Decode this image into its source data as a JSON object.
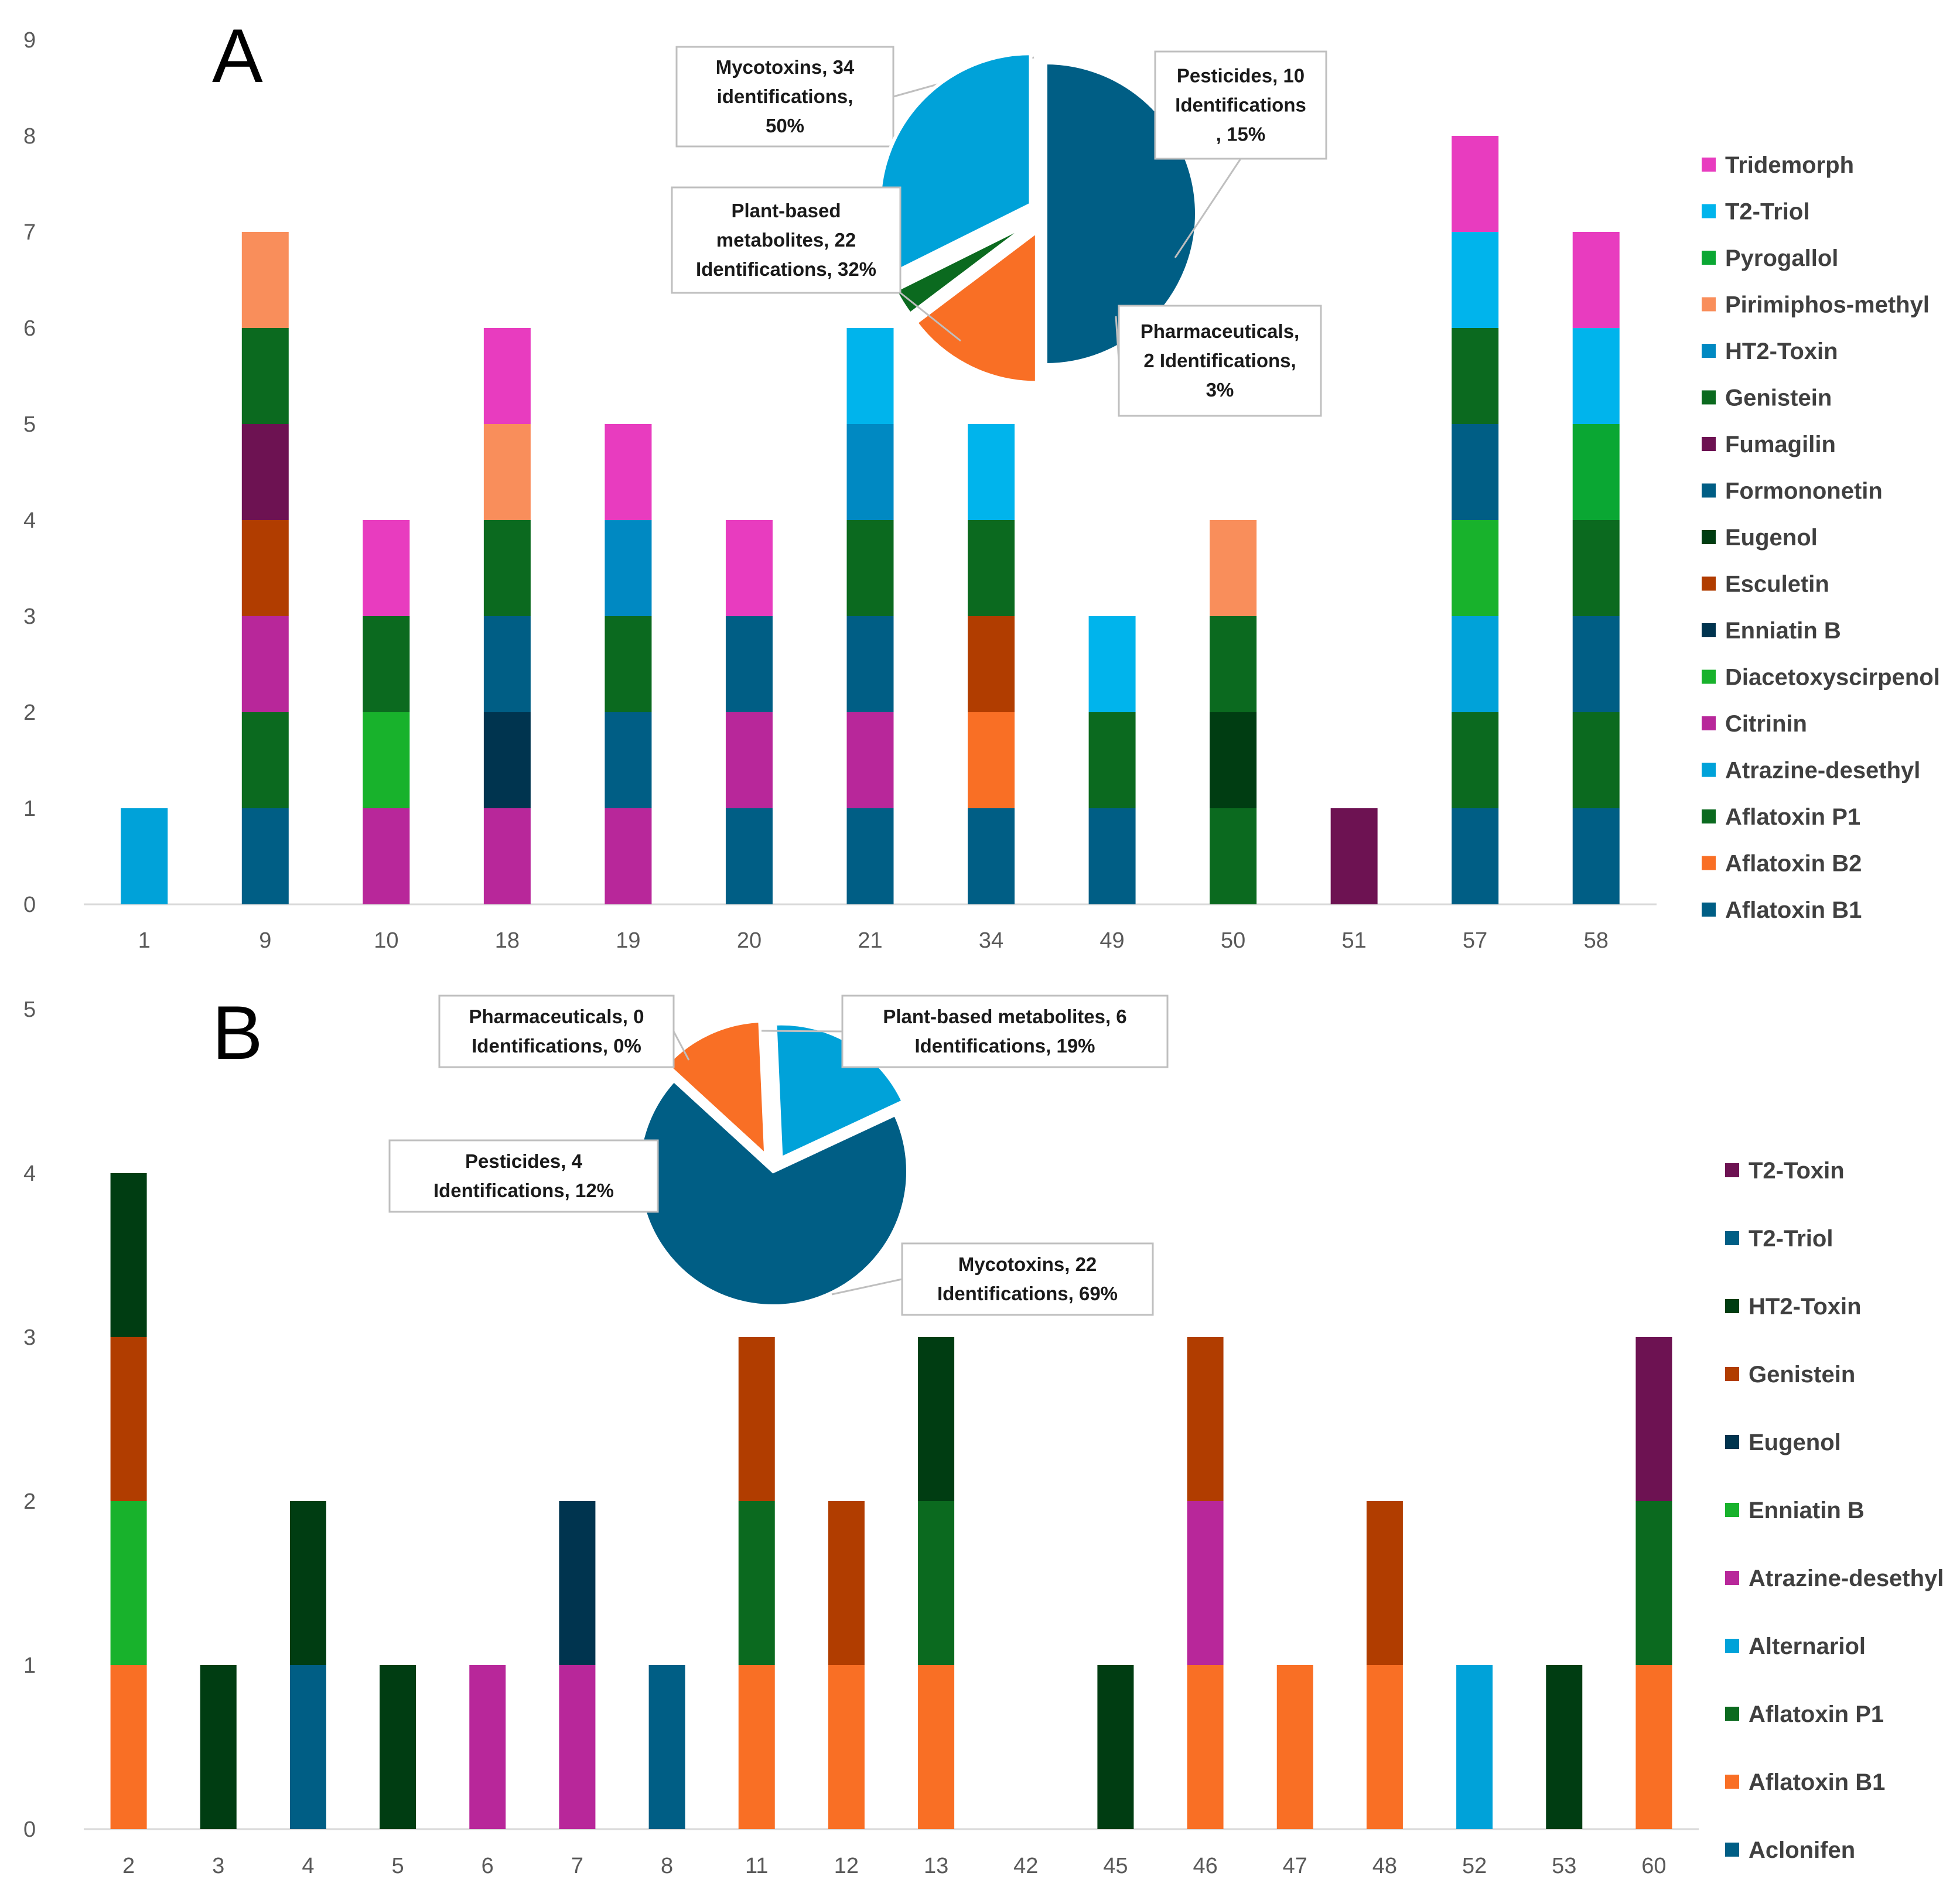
{
  "colors": {
    "Tridemorph": "#e83cbf",
    "T2-Triol": "#00b4ec",
    "T2-Triol-B": "#005e85",
    "Pyrogallol": "#0aa733",
    "Pirimiphos-methyl": "#f98e5b",
    "HT2-Toxin": "#0089c2",
    "HT2-Toxin-B": "#003d12",
    "Genistein": "#0b6a1f",
    "Genistein-B": "#b13d00",
    "Fumagilin": "#6d1252",
    "Formononetin": "#005e85",
    "Eugenol": "#003d12",
    "Eugenol-B": "#00344f",
    "Esculetin": "#b13d00",
    "Enniatin B": "#00344f",
    "Enniatin B-B": "#18b22c",
    "Diacetoxyscirpenol": "#18b22c",
    "Citrinin": "#b8279a",
    "Atrazine-desethyl": "#00a2d9",
    "Atrazine-desethyl-B": "#b8279a",
    "Alternariol": "#00a2d9",
    "Aflatoxin P1": "#0b6a1f",
    "Aflatoxin B2": "#f96f25",
    "Aflatoxin B1": "#005e85",
    "Aflatoxin B1-B": "#f96f25",
    "Aclonifen": "#005e85",
    "T2-Toxin": "#6d1252",
    "Mycotoxins": "#005e85",
    "Plant-based": "#00a2d9",
    "Pesticides": "#f96f25",
    "Pharmaceuticals": "#0b6a1f"
  },
  "chart_data": [
    {
      "panel": "A",
      "type": "bar",
      "stacked": true,
      "categories": [
        "1",
        "9",
        "10",
        "18",
        "19",
        "20",
        "21",
        "34",
        "49",
        "50",
        "51",
        "57",
        "58"
      ],
      "ylim": [
        0,
        9
      ],
      "yticks": [
        0,
        1,
        2,
        3,
        4,
        5,
        6,
        7,
        8,
        9
      ],
      "legend_position": "right",
      "legend": [
        "Tridemorph",
        "T2-Triol",
        "Pyrogallol",
        "Pirimiphos-methyl",
        "HT2-Toxin",
        "Genistein",
        "Fumagilin",
        "Formononetin",
        "Eugenol",
        "Esculetin",
        "Enniatin B",
        "Diacetoxyscirpenol",
        "Citrinin",
        "Atrazine-desethyl",
        "Aflatoxin P1",
        "Aflatoxin B2",
        "Aflatoxin B1"
      ],
      "legend_color_keys": [
        "Tridemorph",
        "T2-Triol",
        "Pyrogallol",
        "Pirimiphos-methyl",
        "HT2-Toxin",
        "Genistein",
        "Fumagilin",
        "Formononetin",
        "Eugenol",
        "Esculetin",
        "Enniatin B",
        "Diacetoxyscirpenol",
        "Citrinin",
        "Atrazine-desethyl",
        "Aflatoxin P1",
        "Aflatoxin B2",
        "Aflatoxin B1"
      ],
      "stacks": [
        [
          "Atrazine-desethyl"
        ],
        [
          "Aflatoxin B1",
          "Aflatoxin P1",
          "Citrinin",
          "Esculetin",
          "Fumagilin",
          "Genistein",
          "Pirimiphos-methyl"
        ],
        [
          "Citrinin",
          "Diacetoxyscirpenol",
          "Genistein",
          "Tridemorph"
        ],
        [
          "Citrinin",
          "Enniatin B",
          "Formononetin",
          "Genistein",
          "Pirimiphos-methyl",
          "Tridemorph"
        ],
        [
          "Citrinin",
          "Formononetin",
          "Genistein",
          "HT2-Toxin",
          "Tridemorph"
        ],
        [
          "Aflatoxin B1",
          "Citrinin",
          "Formononetin",
          "Tridemorph"
        ],
        [
          "Aflatoxin B1",
          "Citrinin",
          "Formononetin",
          "Genistein",
          "HT2-Toxin",
          "T2-Triol"
        ],
        [
          "Aflatoxin B1",
          "Aflatoxin B2",
          "Esculetin",
          "Genistein",
          "T2-Triol"
        ],
        [
          "Aflatoxin B1",
          "Genistein",
          "T2-Triol"
        ],
        [
          "Aflatoxin P1",
          "Eugenol",
          "Genistein",
          "Pirimiphos-methyl"
        ],
        [
          "Fumagilin"
        ],
        [
          "Aflatoxin B1",
          "Aflatoxin P1",
          "Atrazine-desethyl",
          "Diacetoxyscirpenol",
          "Formononetin",
          "Genistein",
          "T2-Triol",
          "Tridemorph"
        ],
        [
          "Aflatoxin B1",
          "Aflatoxin P1",
          "Formononetin",
          "Genistein",
          "Pyrogallol",
          "T2-Triol",
          "Tridemorph"
        ]
      ],
      "totals": [
        1,
        7,
        4,
        6,
        5,
        4,
        6,
        5,
        3,
        4,
        1,
        8,
        7
      ],
      "pie": {
        "slices": [
          {
            "name": "Mycotoxins",
            "value": 34,
            "color_key": "Mycotoxins",
            "label": [
              "Mycotoxins, 34",
              "identifications,",
              "50%"
            ]
          },
          {
            "name": "Pesticides",
            "value": 10,
            "color_key": "Pesticides",
            "label": [
              "Pesticides, 10",
              "Identifications",
              ", 15%"
            ]
          },
          {
            "name": "Pharmaceuticals",
            "value": 2,
            "color_key": "Pharmaceuticals",
            "label": [
              "Pharmaceuticals,",
              "2 Identifications,",
              "3%"
            ]
          },
          {
            "name": "Plant-based metabolites",
            "value": 22,
            "color_key": "Plant-based",
            "label": [
              "Plant-based",
              "metabolites, 22",
              "Identifications, 32%"
            ]
          }
        ]
      }
    },
    {
      "panel": "B",
      "type": "bar",
      "stacked": true,
      "categories": [
        "2",
        "3",
        "4",
        "5",
        "6",
        "7",
        "8",
        "11",
        "12",
        "13",
        "42",
        "45",
        "46",
        "47",
        "48",
        "52",
        "53",
        "60"
      ],
      "ylim": [
        0,
        5
      ],
      "yticks": [
        0,
        1,
        2,
        3,
        4,
        5
      ],
      "legend_position": "right",
      "legend": [
        "T2-Toxin",
        "T2-Triol",
        "HT2-Toxin",
        "Genistein",
        "Eugenol",
        "Enniatin B",
        "Atrazine-desethyl",
        "Alternariol",
        "Aflatoxin P1",
        "Aflatoxin B1",
        "Aclonifen"
      ],
      "legend_color_keys": [
        "T2-Toxin",
        "T2-Triol-B",
        "HT2-Toxin-B",
        "Genistein-B",
        "Eugenol-B",
        "Enniatin B-B",
        "Atrazine-desethyl-B",
        "Alternariol",
        "Aflatoxin P1",
        "Aflatoxin B1-B",
        "Aclonifen"
      ],
      "stacks": [
        [
          "Aflatoxin B1-B",
          "Enniatin B-B",
          "Genistein-B",
          "HT2-Toxin-B"
        ],
        [
          "HT2-Toxin-B"
        ],
        [
          "Aclonifen",
          "HT2-Toxin-B"
        ],
        [
          "HT2-Toxin-B"
        ],
        [
          "Atrazine-desethyl-B"
        ],
        [
          "Atrazine-desethyl-B",
          "Eugenol-B"
        ],
        [
          "Aclonifen"
        ],
        [
          "Aflatoxin B1-B",
          "Aflatoxin P1",
          "Genistein-B"
        ],
        [
          "Aflatoxin B1-B",
          "Genistein-B"
        ],
        [
          "Aflatoxin B1-B",
          "Aflatoxin P1",
          "HT2-Toxin-B"
        ],
        [],
        [
          "HT2-Toxin-B"
        ],
        [
          "Aflatoxin B1-B",
          "Atrazine-desethyl-B",
          "Genistein-B"
        ],
        [
          "Aflatoxin B1-B"
        ],
        [
          "Aflatoxin B1-B",
          "Genistein-B"
        ],
        [
          "Alternariol"
        ],
        [
          "HT2-Toxin-B"
        ],
        [
          "Aflatoxin B1-B",
          "Aflatoxin P1",
          "T2-Toxin"
        ]
      ],
      "totals": [
        4,
        1,
        2,
        1,
        1,
        2,
        1,
        3,
        2,
        3,
        0,
        1,
        3,
        1,
        2,
        1,
        1,
        3
      ],
      "pie": {
        "slices": [
          {
            "name": "Mycotoxins",
            "value": 22,
            "color_key": "Mycotoxins",
            "label": [
              "Mycotoxins, 22",
              "Identifications, 69%"
            ]
          },
          {
            "name": "Pesticides",
            "value": 4,
            "color_key": "Pesticides",
            "label": [
              "Pesticides, 4",
              "Identifications, 12%"
            ]
          },
          {
            "name": "Pharmaceuticals",
            "value": 0,
            "color_key": "Pharmaceuticals",
            "label": [
              "Pharmaceuticals, 0",
              "Identifications, 0%"
            ]
          },
          {
            "name": "Plant-based metabolites",
            "value": 6,
            "color_key": "Plant-based",
            "label": [
              "Plant-based metabolites, 6",
              "Identifications, 19%"
            ]
          }
        ]
      }
    }
  ],
  "panel_labels": [
    "A",
    "B"
  ]
}
